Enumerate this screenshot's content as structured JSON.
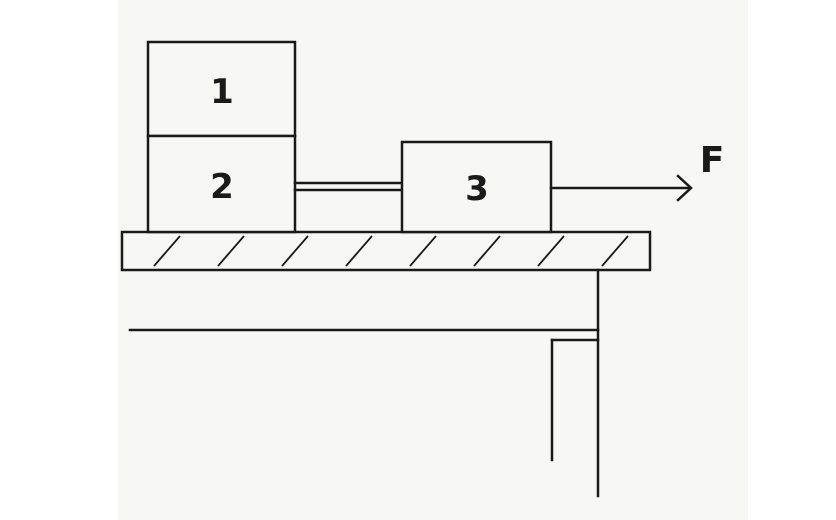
{
  "diagram": {
    "blocks": [
      {
        "id": "block-1",
        "label": "1"
      },
      {
        "id": "block-2",
        "label": "2"
      },
      {
        "id": "block-3",
        "label": "3"
      }
    ],
    "force_label": "F",
    "colors": {
      "ink": "#1a1a1a",
      "paper": "#f7f7f5"
    }
  }
}
